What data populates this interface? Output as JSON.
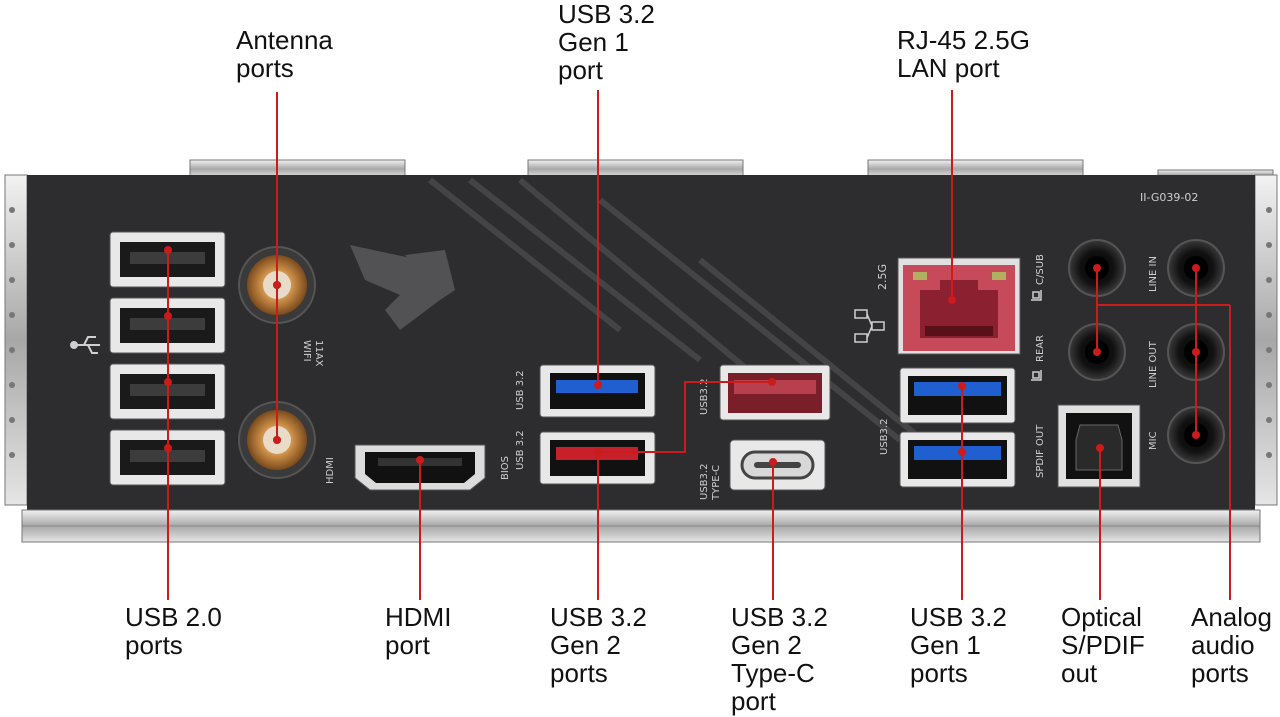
{
  "callouts": {
    "antenna": "Antenna\nports",
    "usb32_gen1_top": "USB 3.2\nGen 1\nport",
    "rj45": "RJ-45 2.5G\nLAN port",
    "usb20": "USB 2.0\nports",
    "hdmi": "HDMI\nport",
    "usb32_gen2": "USB 3.2\nGen 2\nports",
    "usb32_gen2_typec": "USB 3.2\nGen 2\nType-C\nport",
    "usb32_gen1_bottom": "USB 3.2\nGen 1\nports",
    "optical": "Optical\nS/PDIF\nout",
    "analog": "Analog\naudio\nports"
  },
  "silkscreen": {
    "part_no": "II-G039-02",
    "wifi": "11AX\nWIFI",
    "hdmi": "HDMI",
    "usb32_a": "USB 3.2",
    "usb32_b": "USB 3.2",
    "bios": "BIOS",
    "usb32_c": "USB3.2",
    "usb32_typec": "USB3.2\nTYPE-C",
    "lan_speed": "2.5G",
    "usb32_d": "USB3.2",
    "c_sub": "C/SUB",
    "rear": "REAR",
    "spdif_out": "SPDIF OUT",
    "line_in": "LINE IN",
    "line_out": "LINE OUT",
    "mic": "MIC"
  },
  "colors": {
    "leader": "#cc1b1b",
    "panel": "#2d2d2f",
    "usb_blue": "#1f5fcf",
    "usb_red": "#c8202a",
    "lan_body": "#c64a5a"
  }
}
